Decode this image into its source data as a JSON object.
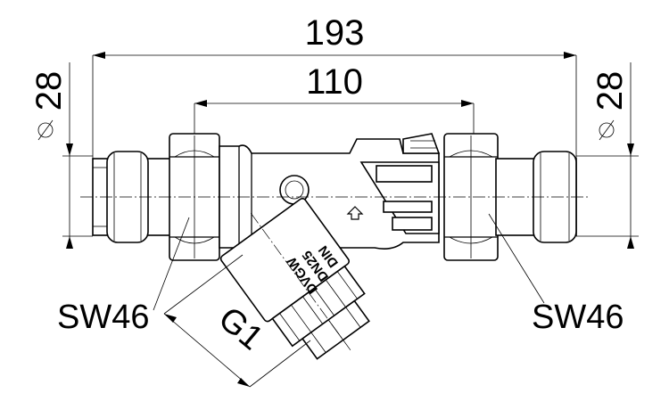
{
  "dimensions": {
    "overall_length": "193",
    "face_to_face": "110",
    "left_diameter": "28",
    "right_diameter": "28",
    "thread": "G1"
  },
  "labels": {
    "left_wrench_size": "SW46",
    "right_wrench_size": "SW46"
  },
  "body_marking": {
    "line1": "DIN",
    "line2": "DN25",
    "line3": "DVGW"
  }
}
